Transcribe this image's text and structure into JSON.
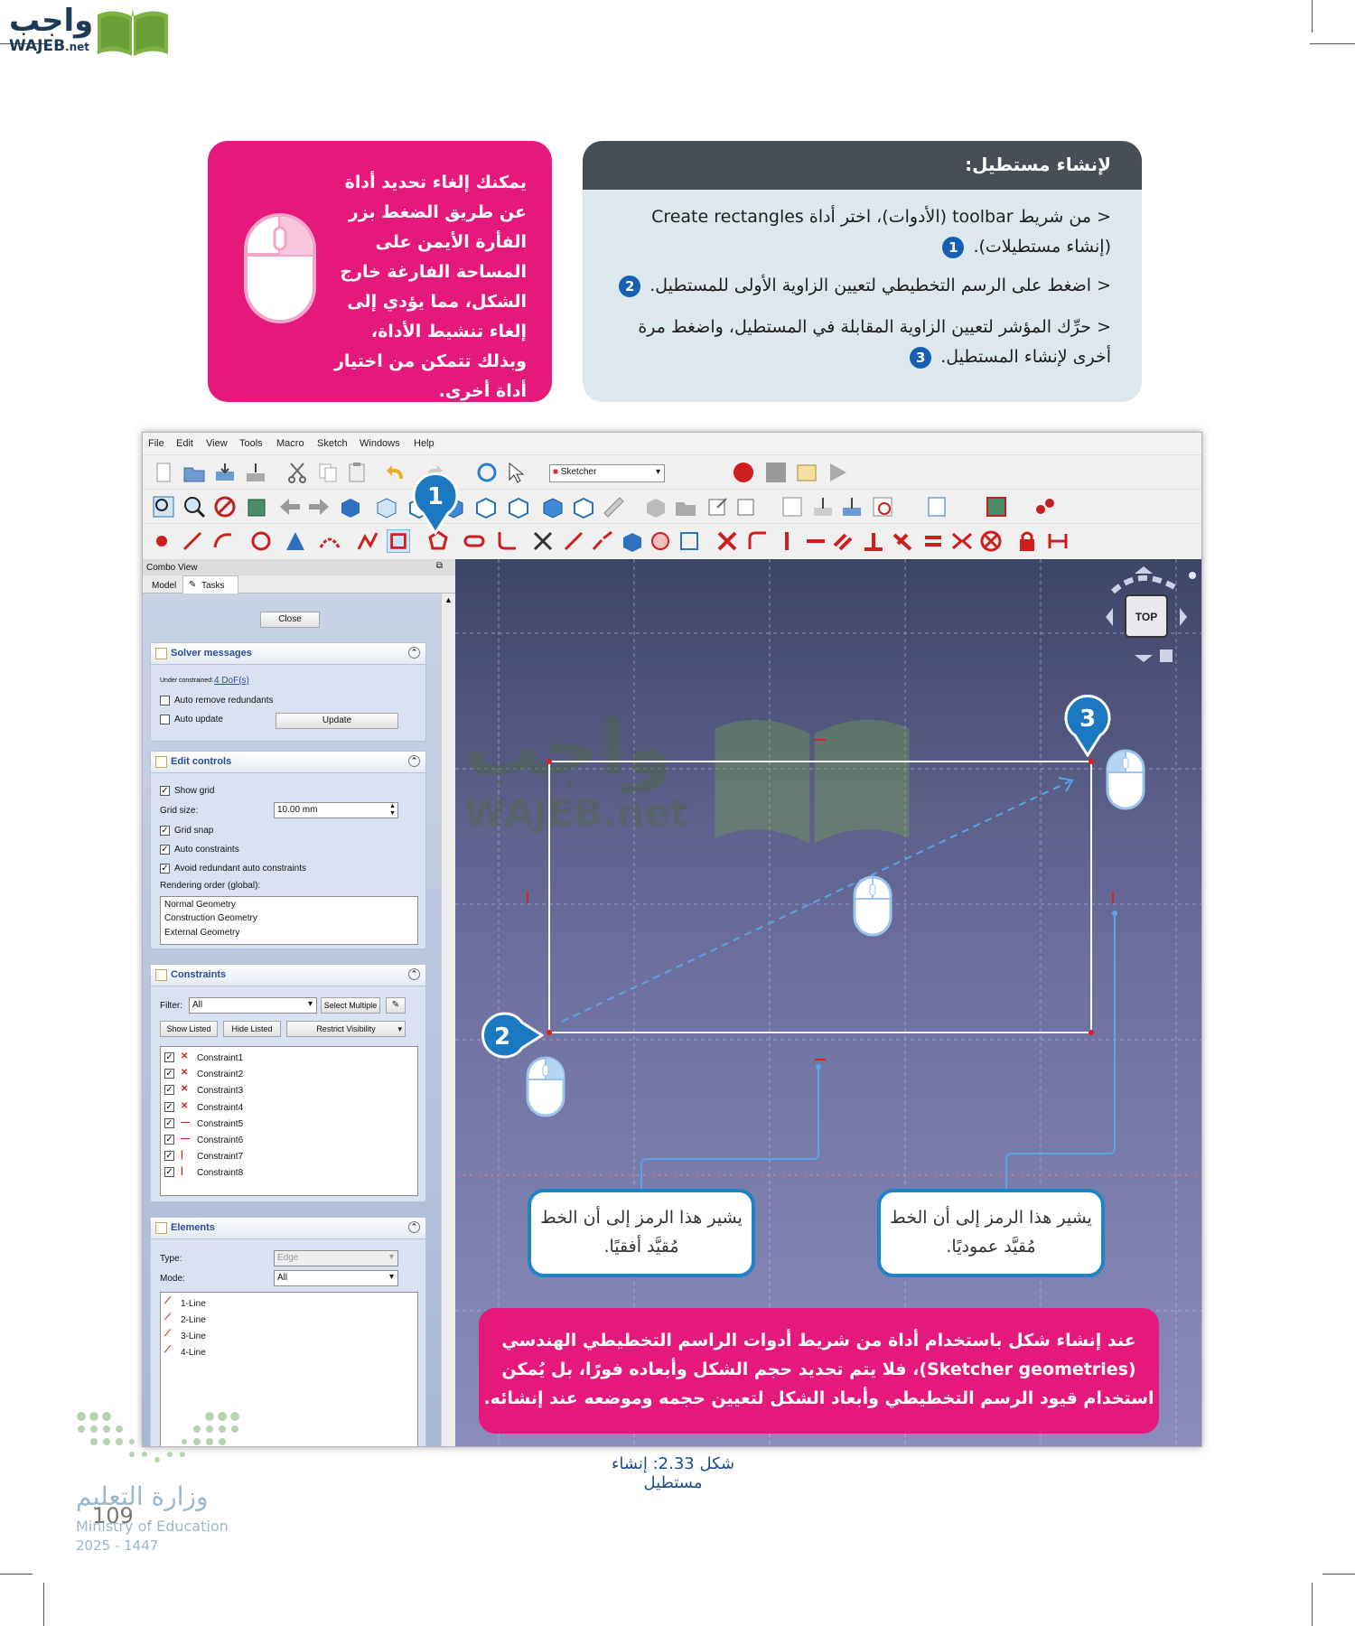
{
  "logo": {
    "arabic": "واجب",
    "latin": "WAJEB",
    "suffix": ".net"
  },
  "tip": {
    "text": "يمكنك إلغاء تحديد أداة عن طريق الضغط بزر الفأرة الأيمن على المساحة الفارغة خارج الشكل، مما يؤدي إلى إلغاء تنشيط الأداة، وبذلك تتمكن من اختيار أداة أخرى."
  },
  "steps": {
    "title": "لإنشاء مستطيل:",
    "items": [
      {
        "marker": "<",
        "text": "من شريط toolbar (الأدوات)، اختر أداة Create rectangles (إنشاء مستطيلات).",
        "num": "1"
      },
      {
        "marker": "<",
        "text": "اضغط على الرسم التخطيطي لتعيين الزاوية الأولى للمستطيل.",
        "num": "2"
      },
      {
        "marker": "<",
        "text": "حرِّك المؤشر لتعيين الزاوية المقابلة في المستطيل، واضغط مرة أخرى لإنشاء المستطيل.",
        "num": "3"
      }
    ]
  },
  "app": {
    "menu": [
      "File",
      "Edit",
      "View",
      "Tools",
      "Macro",
      "Sketch",
      "Windows",
      "Help"
    ],
    "workbench": "Sketcher",
    "combo_title": "Combo View",
    "tabs": [
      "Model",
      "Tasks"
    ],
    "close_label": "Close",
    "solver": {
      "title": "Solver messages",
      "under": "Under constrained:",
      "dof": "4 DoF(s)",
      "auto_remove": "Auto remove redundants",
      "auto_update": "Auto update",
      "update_btn": "Update"
    },
    "edit": {
      "title": "Edit controls",
      "show_grid": "Show grid",
      "grid_size_label": "Grid size:",
      "grid_size": "10.00 mm",
      "grid_snap": "Grid snap",
      "auto_constraints": "Auto constraints",
      "avoid": "Avoid redundant auto constraints",
      "render_label": "Rendering order (global):",
      "render": [
        "Normal Geometry",
        "Construction Geometry",
        "External Geometry"
      ]
    },
    "constraints": {
      "title": "Constraints",
      "filter_label": "Filter:",
      "filter": "All",
      "select_multiple": "Select Multiple",
      "show_listed": "Show Listed",
      "hide_listed": "Hide Listed",
      "restrict": "Restrict Visibility",
      "items": [
        "Constraint1",
        "Constraint2",
        "Constraint3",
        "Constraint4",
        "Constraint5",
        "Constraint6",
        "Constraint7",
        "Constraint8"
      ]
    },
    "elements": {
      "title": "Elements",
      "type_label": "Type:",
      "type": "Edge",
      "mode_label": "Mode:",
      "mode": "All",
      "items": [
        "1-Line",
        "2-Line",
        "3-Line",
        "4-Line"
      ]
    },
    "navcube": "TOP"
  },
  "badges": [
    "1",
    "2",
    "3"
  ],
  "callouts": {
    "horizontal": "يشير هذا الرمز إلى أن الخط مُقيَّد أفقيًا.",
    "vertical": "يشير هذا الرمز إلى أن الخط مُقيَّد عموديًا."
  },
  "note": {
    "line1": "عند إنشاء شكل باستخدام أداة من شريط أدوات الراسم التخطيطي الهندسي",
    "line2": "(Sketcher geometries)، فلا يتم تحديد حجم الشكل وأبعاده فورًا، بل يُمكن",
    "line3": "استخدام قيود الرسم التخطيطي وأبعاد الشكل لتعيين حجمه وموضعه عند إنشائه."
  },
  "caption": "شكل 2.33: إنشاء مستطيل",
  "footer": {
    "ministry_ar": "وزارة التعليم",
    "ministry_en": "Ministry of Education",
    "year": "2025 - 1447",
    "page": "109"
  },
  "colors": {
    "pink": "#e5197c",
    "blue": "#1a79c0",
    "header": "#474e55",
    "steps_bg": "#dde8ee"
  }
}
